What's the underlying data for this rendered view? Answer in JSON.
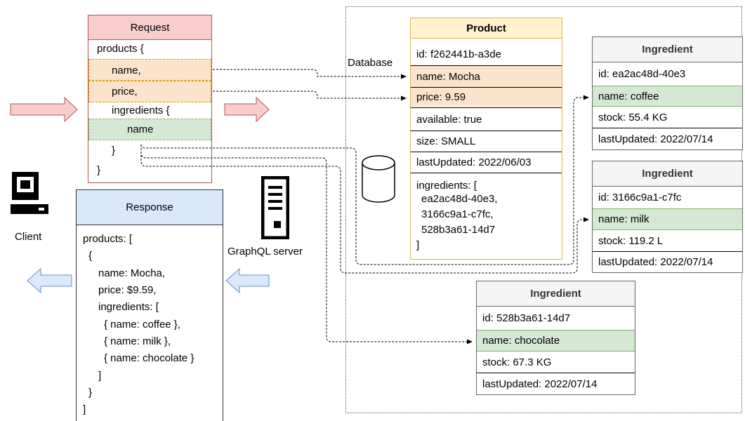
{
  "client": {
    "label": "Client",
    "icon": "computer-icon"
  },
  "server": {
    "label": "GraphQL server",
    "icon": "server-icon"
  },
  "database": {
    "label": "Database",
    "icon": "database-icon"
  },
  "request": {
    "title": "Request",
    "lines": [
      "products {",
      "name,",
      "price,",
      "ingredients {",
      "name",
      "}",
      "}"
    ]
  },
  "response": {
    "title": "Response",
    "lines": [
      "products: [",
      "{",
      "name: Mocha,",
      "price: $9.59,",
      "ingredients: [",
      "{ name: coffee },",
      "{ name: milk },",
      "{ name: chocolate }",
      "]",
      "}",
      "]"
    ]
  },
  "product": {
    "title": "Product",
    "rows": [
      "id: f262441b-a3de",
      "name: Mocha",
      "price: 9.59",
      "available: true",
      "size: SMALL",
      "lastUpdated: 2022/06/03"
    ],
    "ingredients_lines": [
      "ingredients: [",
      "ea2ac48d-40e3,",
      "3166c9a1-c7fc,",
      "528b3a61-14d7",
      "]"
    ]
  },
  "ingredients": [
    {
      "title": "Ingredient",
      "rows": [
        "id: ea2ac48d-40e3",
        "name: coffee",
        "stock: 55.4 KG",
        "lastUpdated: 2022/07/14"
      ]
    },
    {
      "title": "Ingredient",
      "rows": [
        "id: 3166c9a1-c7fc",
        "name: milk",
        "stock: 119.2 L",
        "lastUpdated: 2022/07/14"
      ]
    },
    {
      "title": "Ingredient",
      "rows": [
        "id: 528b3a61-14d7",
        "name: chocolate",
        "stock: 67.3 KG",
        "lastUpdated: 2022/07/14"
      ]
    }
  ],
  "colors": {
    "request_header": "#f8cecc",
    "request_border": "#b85450",
    "response_header": "#dae8fc",
    "response_border": "#6c8ebf",
    "product_header": "#fff2cc",
    "product_border": "#d6b656",
    "highlight_orange": "#fbe3cc",
    "highlight_green": "#d5e8d4",
    "ingredient_header": "#f5f5f5",
    "ingredient_border": "#666666"
  }
}
